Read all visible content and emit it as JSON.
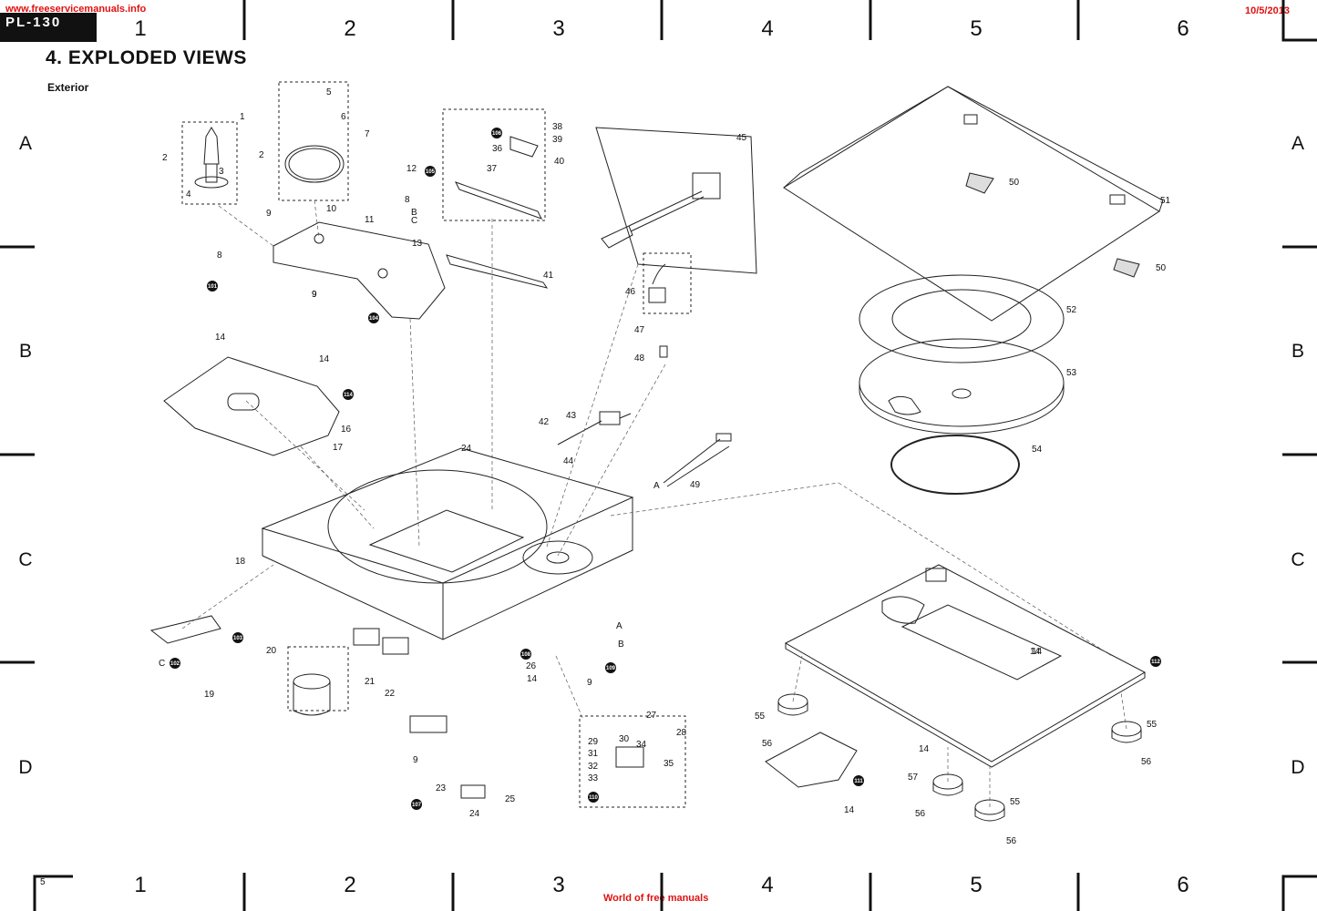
{
  "watermark": {
    "url": "www.freeservicemanuals.info",
    "date": "10/5/2013",
    "footer": "World of free manuals"
  },
  "header": {
    "model": "PL-130",
    "title": "4. EXPLODED VIEWS",
    "subtitle": "Exterior",
    "page": "5"
  },
  "grid": {
    "columns": [
      "1",
      "2",
      "3",
      "4",
      "5",
      "6"
    ],
    "rows": [
      "A",
      "B",
      "C",
      "D"
    ]
  },
  "part_numbers": [
    "1",
    "2",
    "2",
    "3",
    "4",
    "5",
    "6",
    "7",
    "8",
    "8",
    "9",
    "9",
    "10",
    "11",
    "12",
    "13",
    "14",
    "14",
    "14",
    "14",
    "14",
    "14",
    "14",
    "16",
    "17",
    "18",
    "19",
    "20",
    "21",
    "22",
    "23",
    "24",
    "24",
    "25",
    "26",
    "27",
    "28",
    "29",
    "30",
    "31",
    "32",
    "33",
    "34",
    "35",
    "36",
    "37",
    "38",
    "39",
    "40",
    "41",
    "42",
    "43",
    "44",
    "45",
    "46",
    "47",
    "48",
    "49",
    "50",
    "50",
    "51",
    "52",
    "53",
    "54",
    "55",
    "55",
    "55",
    "56",
    "56",
    "56",
    "56",
    "57",
    "9",
    "9",
    "9",
    "A",
    "A",
    "B",
    "B",
    "C",
    "C"
  ],
  "ref_markers": [
    "101",
    "102",
    "103",
    "104",
    "105",
    "106",
    "107",
    "108",
    "109",
    "110",
    "111",
    "112",
    "114"
  ]
}
